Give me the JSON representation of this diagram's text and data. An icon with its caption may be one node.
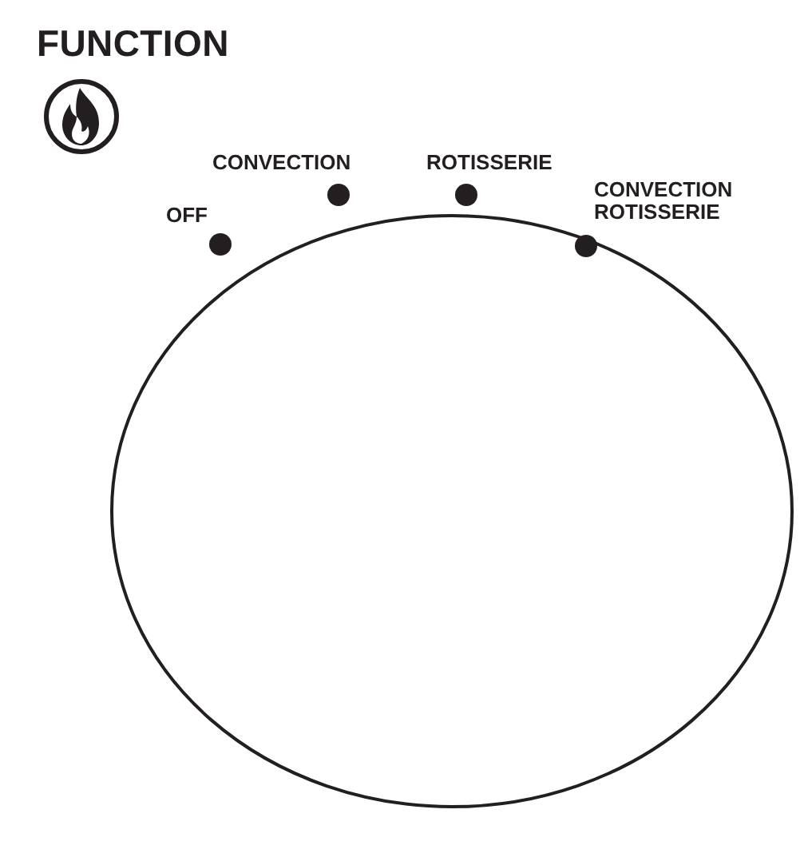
{
  "diagram": {
    "title": "FUNCTION",
    "nodes": [
      {
        "text": [],
        "shape": "circle"
      }
    ],
    "labels": [
      "OFF",
      "CONVECTION",
      "ROTISSERIE",
      "CONVECTION ROTISSERIE"
    ]
  }
}
